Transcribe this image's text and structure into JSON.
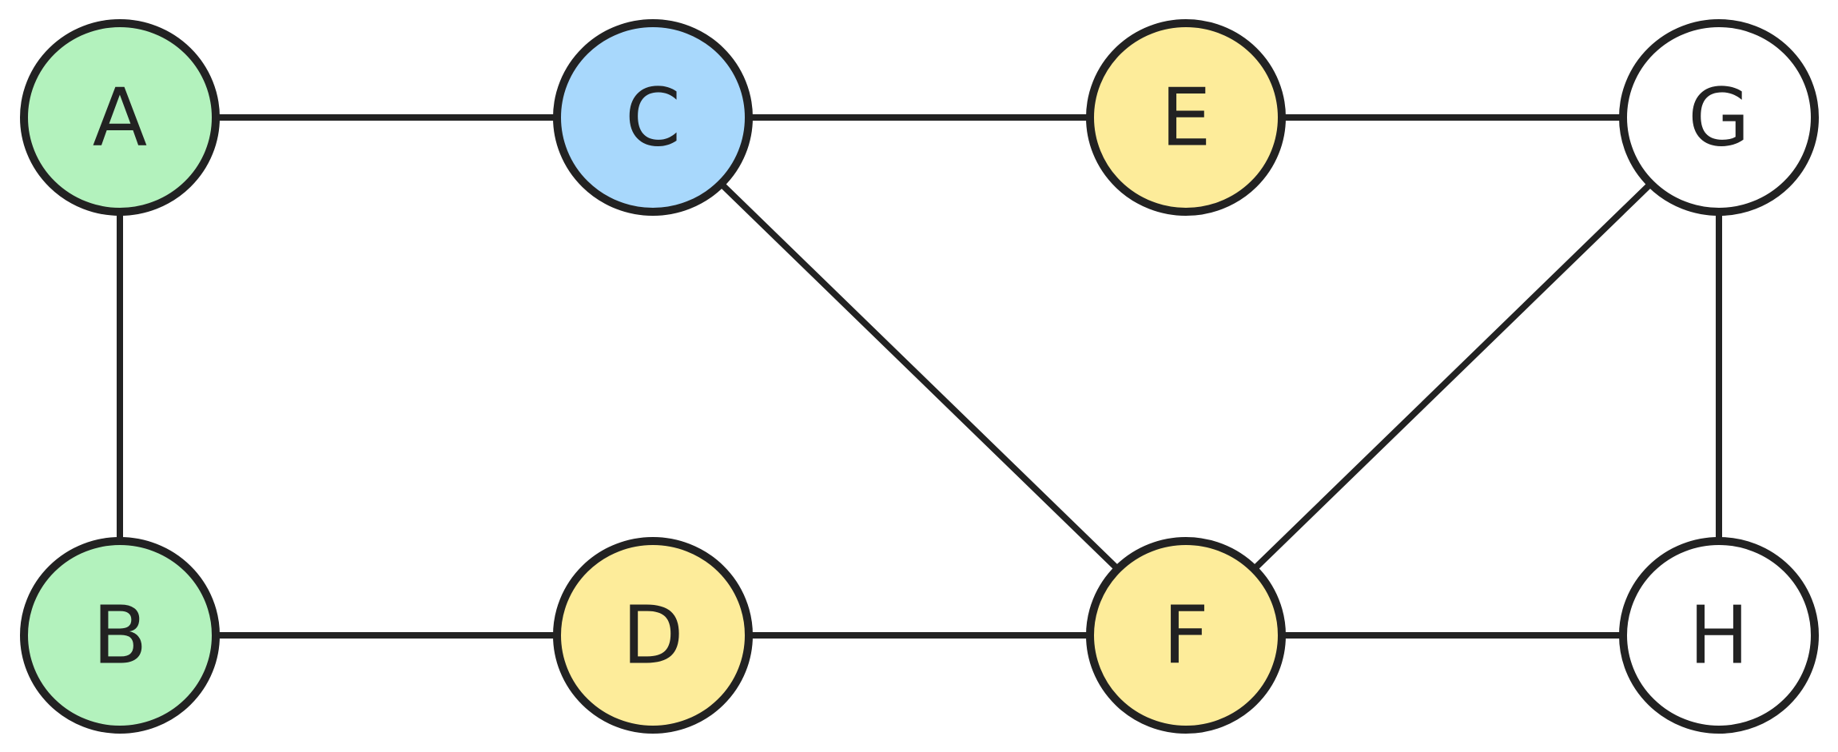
{
  "colors": {
    "green": "#b3f2bd",
    "blue": "#a8d8fc",
    "yellow": "#fdec9a",
    "white": "#ffffff",
    "stroke": "#222222"
  },
  "nodes": [
    {
      "id": "A",
      "label": "A",
      "color": "green"
    },
    {
      "id": "B",
      "label": "B",
      "color": "green"
    },
    {
      "id": "C",
      "label": "C",
      "color": "blue"
    },
    {
      "id": "D",
      "label": "D",
      "color": "yellow"
    },
    {
      "id": "E",
      "label": "E",
      "color": "yellow"
    },
    {
      "id": "F",
      "label": "F",
      "color": "yellow"
    },
    {
      "id": "G",
      "label": "G",
      "color": "white"
    },
    {
      "id": "H",
      "label": "H",
      "color": "white"
    }
  ],
  "edges": [
    [
      "A",
      "C"
    ],
    [
      "C",
      "E"
    ],
    [
      "E",
      "G"
    ],
    [
      "A",
      "B"
    ],
    [
      "B",
      "D"
    ],
    [
      "D",
      "F"
    ],
    [
      "F",
      "H"
    ],
    [
      "C",
      "F"
    ],
    [
      "G",
      "F"
    ],
    [
      "G",
      "H"
    ]
  ]
}
